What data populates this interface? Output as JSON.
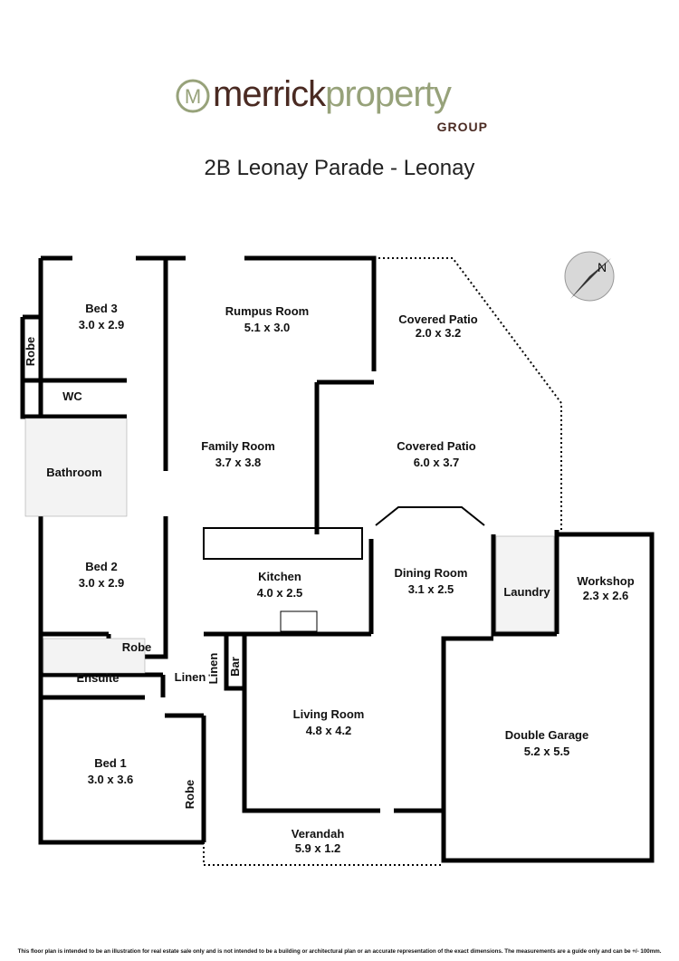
{
  "brand": {
    "name_part1": "merrick",
    "name_part2": "property",
    "group": "GROUP",
    "monogram": "M"
  },
  "title": "2B Leonay Parade - Leonay",
  "rooms": {
    "bed3": {
      "name": "Bed 3",
      "dims": "3.0 x 2.9"
    },
    "rumpus": {
      "name": "Rumpus Room",
      "dims": "5.1 x 3.0"
    },
    "covered_patio_small": {
      "name": "Covered Patio",
      "dims": "2.0 x 3.2"
    },
    "robe_bed3": {
      "name": "Robe"
    },
    "wc": {
      "name": "WC"
    },
    "family": {
      "name": "Family Room",
      "dims": "3.7 x 3.8"
    },
    "covered_patio_large": {
      "name": "Covered Patio",
      "dims": "6.0 x 3.7"
    },
    "bathroom": {
      "name": "Bathroom"
    },
    "bed2": {
      "name": "Bed 2",
      "dims": "3.0 x 2.9"
    },
    "kitchen": {
      "name": "Kitchen",
      "dims": "4.0 x 2.5"
    },
    "dining": {
      "name": "Dining Room",
      "dims": "3.1 x 2.5"
    },
    "laundry": {
      "name": "Laundry"
    },
    "workshop": {
      "name": "Workshop",
      "dims": "2.3 x 2.6"
    },
    "robe_bed2": {
      "name": "Robe"
    },
    "ensuite": {
      "name": "Ensuite"
    },
    "linen1": {
      "name": "Linen"
    },
    "linen2": {
      "name": "Linen"
    },
    "bar": {
      "name": "Bar"
    },
    "living": {
      "name": "Living Room",
      "dims": "4.8 x 4.2"
    },
    "garage": {
      "name": "Double Garage",
      "dims": "5.2 x 5.5"
    },
    "bed1": {
      "name": "Bed 1",
      "dims": "3.0 x 3.6"
    },
    "robe_bed1": {
      "name": "Robe"
    },
    "verandah": {
      "name": "Verandah",
      "dims": "5.9 x 1.2"
    }
  },
  "compass": {
    "icon": "north-arrow-icon",
    "label": "N"
  },
  "colors": {
    "brand_dark": "#4a2a22",
    "brand_green": "#97a27a",
    "wall": "#000000"
  },
  "disclaimer": "This floor plan is intended to be an illustration for real estate sale only and is not intended to be a building or architectural plan or an accurate representation of the exact dimensions. The measurements are a guide only and can be +/- 100mm."
}
